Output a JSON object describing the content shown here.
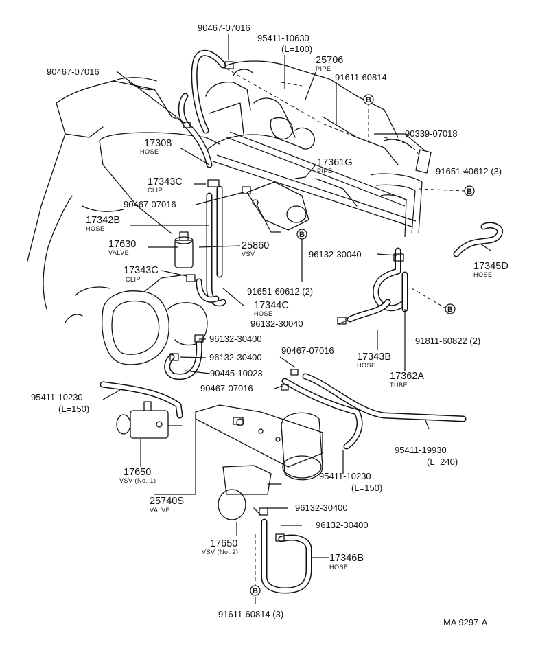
{
  "diagram_id": "MA 9297-A",
  "bolt_marker": "B",
  "callouts": [
    {
      "id": "c01",
      "number": "90467-07016"
    },
    {
      "id": "c02",
      "number": "95411-10630",
      "extra": "(L=100)"
    },
    {
      "id": "c03",
      "number": "25706",
      "name": "PIPE"
    },
    {
      "id": "c04",
      "number": "90467-07016"
    },
    {
      "id": "c05",
      "number": "91611-60814"
    },
    {
      "id": "c06",
      "number": "90339-07018"
    },
    {
      "id": "c07",
      "number": "17308",
      "name": "HOSE"
    },
    {
      "id": "c08",
      "number": "17361G",
      "name": "PIPE"
    },
    {
      "id": "c09",
      "number": "91651-40612 (3)"
    },
    {
      "id": "c10",
      "number": "17343C",
      "name": "CLIP"
    },
    {
      "id": "c11",
      "number": "90467-07016"
    },
    {
      "id": "c12",
      "number": "17342B",
      "name": "HOSE"
    },
    {
      "id": "c13",
      "number": "17630",
      "name": "VALVE"
    },
    {
      "id": "c14",
      "number": "25860",
      "name": "VSV"
    },
    {
      "id": "c15",
      "number": "17345D",
      "name": "HOSE"
    },
    {
      "id": "c16",
      "number": "96132-30040"
    },
    {
      "id": "c17",
      "number": "17343C",
      "name": "CLIP"
    },
    {
      "id": "c18",
      "number": "91651-60612 (2)"
    },
    {
      "id": "c19",
      "number": "17344C",
      "name": "HOSE"
    },
    {
      "id": "c20",
      "number": "96132-30040"
    },
    {
      "id": "c21",
      "number": "91811-60822 (2)"
    },
    {
      "id": "c22",
      "number": "96132-30400"
    },
    {
      "id": "c23",
      "number": "96132-30400"
    },
    {
      "id": "c24",
      "number": "90467-07016"
    },
    {
      "id": "c25",
      "number": "17343B",
      "name": "HOSE"
    },
    {
      "id": "c26",
      "number": "90445-10023"
    },
    {
      "id": "c27",
      "number": "17362A",
      "name": "TUBE"
    },
    {
      "id": "c28",
      "number": "90467-07016"
    },
    {
      "id": "c29",
      "number": "95411-10230",
      "extra": "(L=150)"
    },
    {
      "id": "c30",
      "number": "95411-19930",
      "extra": "(L=240)"
    },
    {
      "id": "c31",
      "number": "17650",
      "name": "VSV (No. 1)"
    },
    {
      "id": "c32",
      "number": "95411-10230",
      "extra": "(L=150)"
    },
    {
      "id": "c33",
      "number": "25740S",
      "name": "VALVE"
    },
    {
      "id": "c34",
      "number": "96132-30400"
    },
    {
      "id": "c35",
      "number": "96132-30400"
    },
    {
      "id": "c36",
      "number": "17650",
      "name": "VSV (No. 2)"
    },
    {
      "id": "c37",
      "number": "17346B",
      "name": "HOSE"
    },
    {
      "id": "c38",
      "number": "91611-60814 (3)"
    }
  ]
}
